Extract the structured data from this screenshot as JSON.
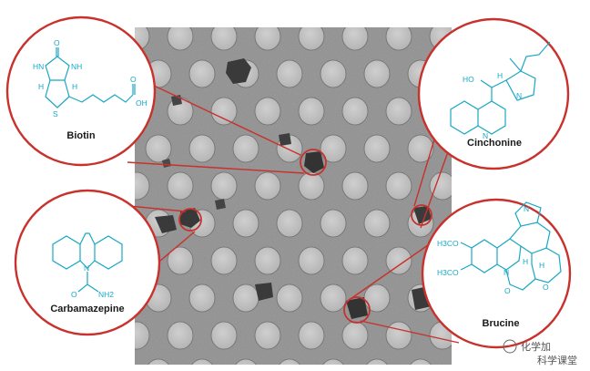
{
  "molecules": [
    {
      "name": "Biotin"
    },
    {
      "name": "Cinchonine"
    },
    {
      "name": "Carbamazepine"
    },
    {
      "name": "Brucine"
    }
  ],
  "watermark": {
    "text": "化学加",
    "sub": "科学课堂"
  },
  "colors": {
    "callout_red": "#c8312c",
    "structure_cyan": "#1aa7c4",
    "micrograph_gray": "#8a8a8a",
    "hole_gray": "#c4c4c4"
  },
  "atoms": {
    "biotin": [
      "O",
      "HN",
      "NH",
      "H",
      "H",
      "S",
      "O",
      "OH"
    ],
    "cinchonine": [
      "HO",
      "H",
      "N",
      "N"
    ],
    "carbamazepine": [
      "N",
      "O",
      "NH2"
    ],
    "brucine": [
      "H3CO",
      "H3CO",
      "N",
      "N",
      "O",
      "O",
      "H",
      "H"
    ]
  }
}
